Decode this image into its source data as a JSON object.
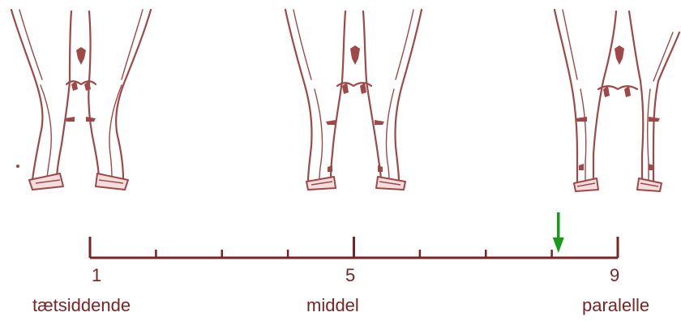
{
  "scale": {
    "min": 1,
    "max": 9,
    "tick_values": [
      1,
      2,
      3,
      4,
      5,
      6,
      7,
      8,
      9
    ],
    "major_ticks": [
      1,
      5,
      9
    ],
    "indicator_value": 8.1,
    "labels": [
      {
        "value": 1,
        "number": "1",
        "text": "tætsiddende"
      },
      {
        "value": 5,
        "number": "5",
        "text": "middel"
      },
      {
        "value": 9,
        "number": "9",
        "text": "paralelle"
      }
    ]
  },
  "colors": {
    "drawing": "#a04848",
    "scale": "#7a2424",
    "indicator": "#1a9a1a"
  },
  "illustrations": [
    {
      "name": "close-set-hind-legs",
      "icon": "cow-hind-legs-close-icon"
    },
    {
      "name": "medium-hind-legs",
      "icon": "cow-hind-legs-medium-icon"
    },
    {
      "name": "parallel-hind-legs",
      "icon": "cow-hind-legs-parallel-icon"
    }
  ]
}
